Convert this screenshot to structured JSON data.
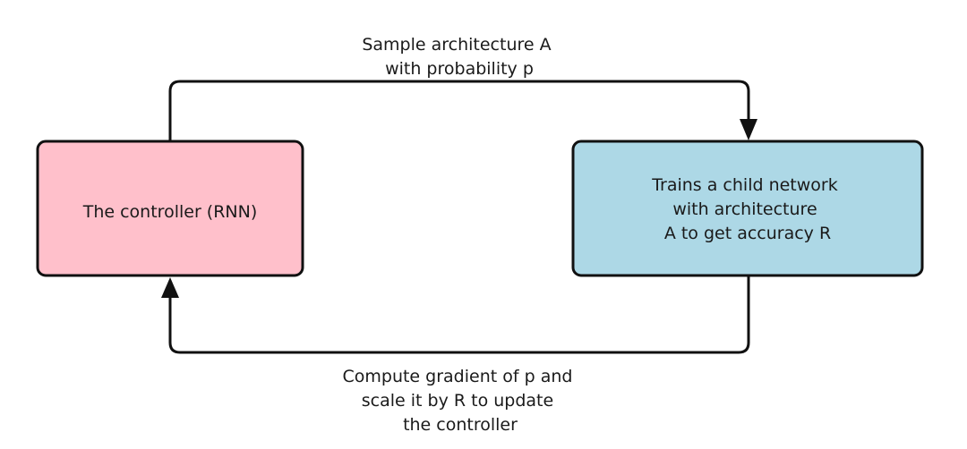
{
  "colors": {
    "controller_fill": "#ffc0cb",
    "child_fill": "#add8e6",
    "stroke": "#111111"
  },
  "nodes": {
    "controller": {
      "lines": [
        "The controller (RNN)"
      ]
    },
    "child_network": {
      "lines": [
        "Trains a child network",
        "with architecture",
        "A to get accuracy R"
      ]
    }
  },
  "edges": {
    "sample": {
      "lines": [
        "Sample architecture A",
        "with probability p"
      ]
    },
    "update": {
      "lines": [
        "Compute gradient of p and",
        "scale it by R to update",
        "the controller"
      ]
    }
  }
}
